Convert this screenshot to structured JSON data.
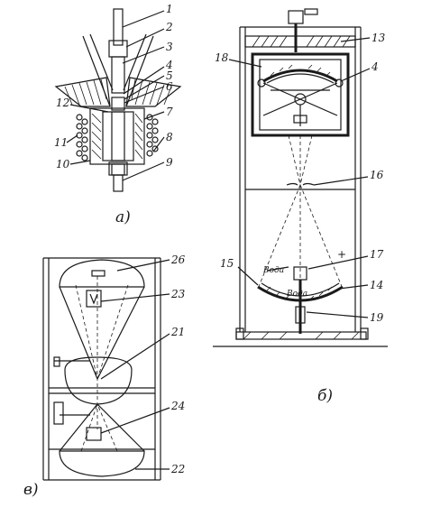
{
  "figure": {
    "panel_a": {
      "caption": "а)",
      "labels": [
        "1",
        "2",
        "3",
        "4",
        "5",
        "6",
        "12",
        "7",
        "11",
        "8",
        "10",
        "9"
      ]
    },
    "panel_b": {
      "caption": "б)",
      "labels": [
        "13",
        "18",
        "4",
        "16",
        "15",
        "17",
        "14",
        "19"
      ],
      "annotations": [
        "Вода",
        "+",
        "Вода"
      ]
    },
    "panel_c": {
      "caption": "в)",
      "labels": [
        "26",
        "23",
        "21",
        "24",
        "22"
      ]
    }
  }
}
